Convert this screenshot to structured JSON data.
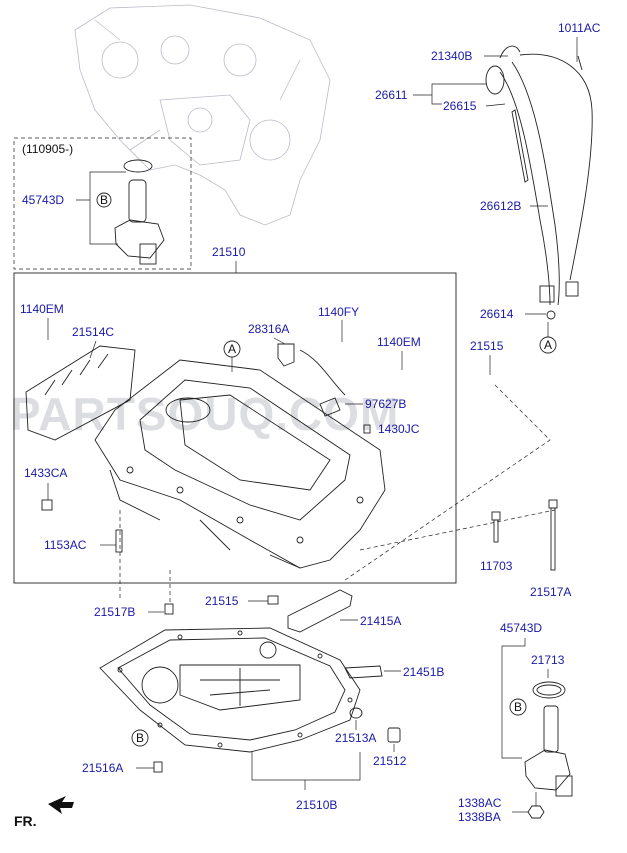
{
  "watermark": "PARTSOUQ.COM",
  "direction_label": "FR.",
  "variant_note": "(110905-)",
  "ref_letters": {
    "a": "A",
    "b": "B"
  },
  "parts": {
    "p1011AC": "1011AC",
    "p21340B": "21340B",
    "p26611": "26611",
    "p26615": "26615",
    "p26612B": "26612B",
    "p26614": "26614",
    "p45743D_top": "45743D",
    "p21510": "21510",
    "p1140EM_left": "1140EM",
    "p21514C": "21514C",
    "p28316A": "28316A",
    "p1140FY": "1140FY",
    "p1140EM_right": "1140EM",
    "p21515_right": "21515",
    "p97627B": "97627B",
    "p1430JC": "1430JC",
    "p1433CA": "1433CA",
    "p1153AC": "1153AC",
    "p11703": "11703",
    "p21517A": "21517A",
    "p21517B": "21517B",
    "p21515_mid": "21515",
    "p21415A": "21415A",
    "p45743D_bottom": "45743D",
    "p21713": "21713",
    "p21451B": "21451B",
    "p21513A": "21513A",
    "p21512": "21512",
    "p21516A": "21516A",
    "p21510B": "21510B",
    "p1338AC": "1338AC",
    "p1338BA": "1338BA"
  }
}
